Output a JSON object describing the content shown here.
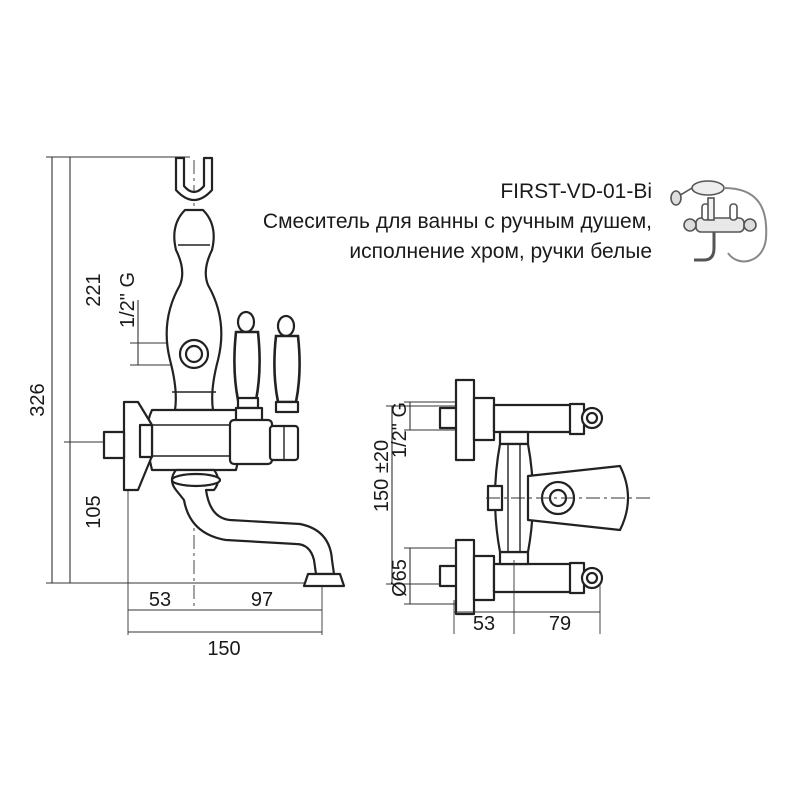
{
  "product": {
    "code": "FIRST-VD-01-Bi",
    "description_line1": "Смеситель для ванны с ручным душем,",
    "description_line2": "исполнение хром, ручки белые"
  },
  "front_view": {
    "dim_total_height": "326",
    "dim_upper_height": "221",
    "dim_lower_height": "105",
    "dim_thread": "1/2\" G",
    "dim_left_width": "53",
    "dim_right_width": "97",
    "dim_total_width": "150"
  },
  "top_view": {
    "dim_spacing": "150 ±20",
    "dim_thread": "1/2\" G",
    "dim_flange": "Ø65",
    "dim_left": "53",
    "dim_right": "79"
  }
}
